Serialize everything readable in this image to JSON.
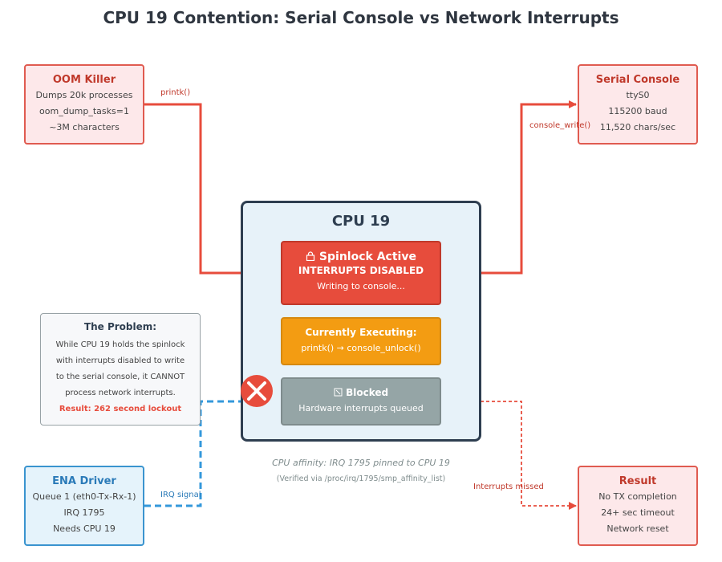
{
  "title": "CPU 19 Contention: Serial Console vs Network Interrupts",
  "oom": {
    "title": "OOM Killer",
    "lines": [
      "Dumps 20k processes",
      "oom_dump_tasks=1",
      "~3M characters"
    ]
  },
  "serial": {
    "title": "Serial Console",
    "lines": [
      "ttyS0",
      "115200 baud",
      "11,520 chars/sec"
    ]
  },
  "cpu": {
    "title": "CPU 19",
    "spinlock": {
      "icon": "lock-icon",
      "title": "Spinlock Active",
      "subtitle": "INTERRUPTS DISABLED",
      "detail": "Writing to console..."
    },
    "executing": {
      "title": "Currently Executing:",
      "detail": "printk() → console_unlock()"
    },
    "blocked": {
      "icon": "blocked-icon",
      "title": "Blocked",
      "detail": "Hardware interrupts queued"
    }
  },
  "problem": {
    "title": "The Problem:",
    "lines": [
      "While CPU 19 holds the spinlock",
      "with interrupts disabled to write",
      "to the serial console, it CANNOT",
      "process network interrupts."
    ],
    "result": "Result: 262 second lockout"
  },
  "ena": {
    "title": "ENA Driver",
    "lines": [
      "Queue 1 (eth0-Tx-Rx-1)",
      "IRQ 1795",
      "Needs CPU 19"
    ]
  },
  "result": {
    "title": "Result",
    "lines": [
      "No TX completion",
      "24+ sec timeout",
      "Network reset"
    ]
  },
  "edges": {
    "printk": "printk()",
    "console_write": "console_write()",
    "irq_signal": "IRQ signal",
    "interrupts_missed": "Interrupts missed"
  },
  "notes": {
    "affinity": "CPU affinity: IRQ 1795 pinned to CPU 19",
    "verified": "(Verified via /proc/irq/1795/smp_affinity_list)"
  },
  "colors": {
    "red": "#e74c3c",
    "blue": "#3498db",
    "orange": "#f39c12",
    "gray": "#95a5a6",
    "dark": "#2e3e50"
  }
}
